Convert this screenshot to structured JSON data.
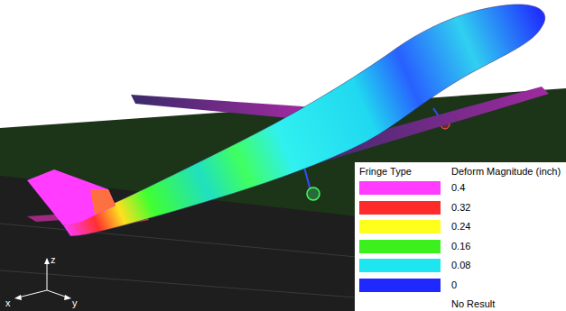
{
  "diagram": {
    "labels": [
      "Fringe Type",
      "Deform Magnitude (inch)",
      "z",
      "x",
      "y"
    ],
    "legend": [
      {
        "text": "0.4",
        "color": "#ff3cff"
      },
      {
        "text": "0.32",
        "color": "#ff2a2a"
      },
      {
        "text": "0.24",
        "color": "#ffff1e"
      },
      {
        "text": "0.16",
        "color": "#3cf01e"
      },
      {
        "text": "0.08",
        "color": "#1ee6f0"
      },
      {
        "text": "0",
        "color": "#1e28ff"
      },
      {
        "text": "No Result"
      }
    ]
  }
}
